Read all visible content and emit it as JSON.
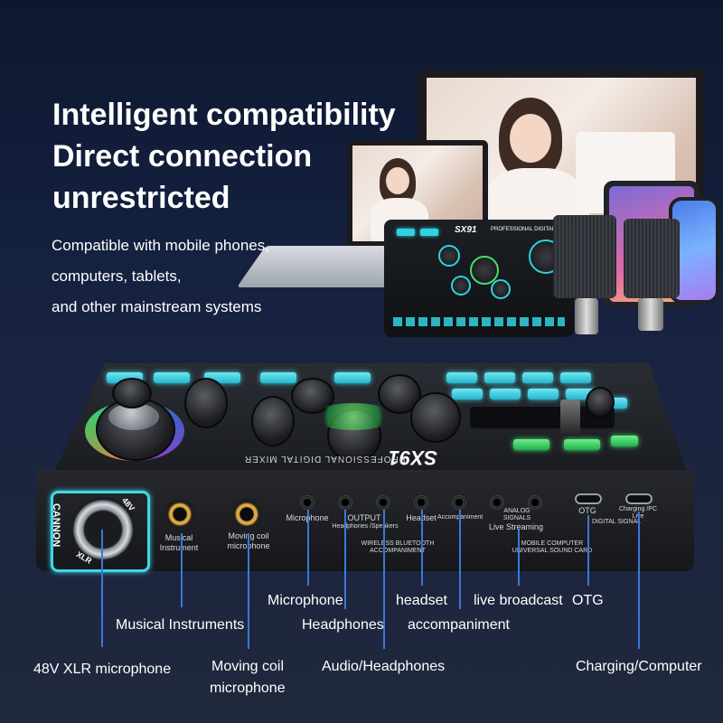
{
  "headline": {
    "line1": "Intelligent compatibility",
    "line2": "Direct connection",
    "line3": "unrestricted"
  },
  "subtext": {
    "line1": "Compatible with mobile phones,",
    "line2": "computers, tablets,",
    "line3": "and other mainstream systems"
  },
  "device": {
    "model": "SX91",
    "brand_text": "PROFESSIONAL DIGITAL MIXER",
    "mini_brand": "PROFESSIONAL DIGITAL MI",
    "bottom_text_1": "WIRELESS BLUETOOTH ACCOMPANIMENT",
    "bottom_text_2": "MOBILE COMPUTER UNIVERSAL SOUND CARD"
  },
  "ports": {
    "xlr_side": "CANNON",
    "xlr_sub": "XLR",
    "phantom": "48V",
    "instrument": "Musical Instrument",
    "moving_coil": "Moving coil microphone",
    "microphone": "Microphone",
    "output": "OUTPUT",
    "output_sub": "Headphones /Speakers",
    "headset": "Headset",
    "accompaniment": "Accompaniment",
    "analog": "ANALOG SIGNALS",
    "live": "Live Streaming",
    "otg": "OTG",
    "digital": "DIGITAL SIGNAL",
    "charging": "Charging /PC Live"
  },
  "callouts": {
    "microphone": "Microphone",
    "headset": "headset",
    "live": "live broadcast",
    "otg": "OTG",
    "instruments": "Musical Instruments",
    "headphones": "Headphones",
    "accompaniment": "accompaniment",
    "xlr": "48V XLR microphone",
    "moving_coil_1": "Moving coil",
    "moving_coil_2": "microphone",
    "audio": "Audio/Headphones",
    "charging": "Charging/Computer"
  },
  "colors": {
    "accent_cyan": "#2fd3e0",
    "accent_green": "#4bdc6a",
    "callout_line": "#3a78d8"
  }
}
